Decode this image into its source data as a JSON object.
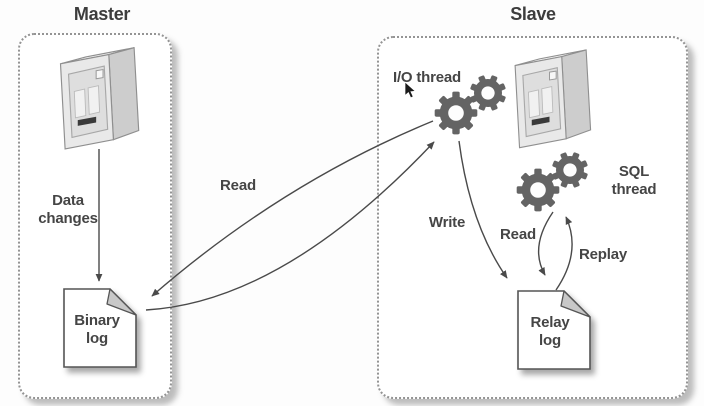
{
  "master": {
    "title": "Master",
    "flow_label": "Data\nchanges",
    "log_label": "Binary\nlog"
  },
  "replication": {
    "read_label": "Read"
  },
  "slave": {
    "title": "Slave",
    "io_thread_label": "I/O thread",
    "sql_thread_label": "SQL thread",
    "write_label": "Write",
    "read_label": "Read",
    "replay_label": "Replay",
    "log_label": "Relay\nlog"
  },
  "colors": {
    "gear": "#646464",
    "arrow": "#4a4a4a",
    "border_dots": "#949494",
    "text": "#454545",
    "doc_fold": "#c8c8c8",
    "server_front": "#e9e9e9",
    "server_top": "#f2f2f2",
    "server_side": "#cdcdcd"
  }
}
